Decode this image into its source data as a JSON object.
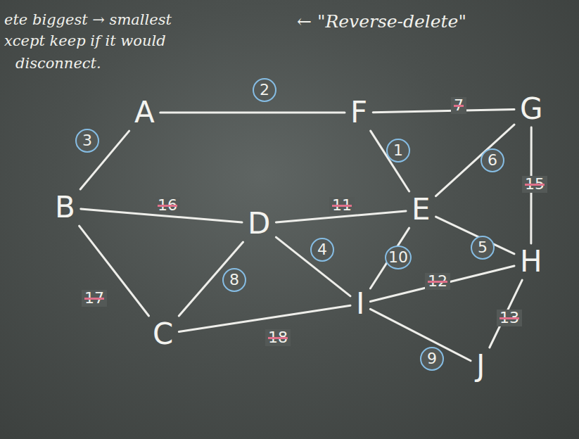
{
  "diagram": {
    "nodes": [
      {
        "text": [
          "A"
        ]
      },
      {
        "text": [
          "F"
        ]
      },
      {
        "text": [
          "G"
        ]
      },
      {
        "text": [
          "B"
        ]
      },
      {
        "text": [
          "D"
        ]
      },
      {
        "text": [
          "E"
        ]
      },
      {
        "text": [
          "H"
        ]
      },
      {
        "text": [
          "C"
        ]
      },
      {
        "text": [
          "I"
        ]
      },
      {
        "text": [
          "J"
        ]
      }
    ],
    "edges": [
      {
        "from": 0,
        "to": 1,
        "arrow": "none",
        "label": "2"
      },
      {
        "from": 1,
        "to": 2,
        "arrow": "none",
        "label": "7"
      },
      {
        "from": 0,
        "to": 3,
        "arrow": "none",
        "label": "3"
      },
      {
        "from": 1,
        "to": 5,
        "arrow": "none",
        "label": "1"
      },
      {
        "from": 2,
        "to": 5,
        "arrow": "none",
        "label": "6"
      },
      {
        "from": 2,
        "to": 6,
        "arrow": "none",
        "label": "15"
      },
      {
        "from": 3,
        "to": 4,
        "arrow": "none",
        "label": "16"
      },
      {
        "from": 4,
        "to": 5,
        "arrow": "none",
        "label": "11"
      },
      {
        "from": 5,
        "to": 6,
        "arrow": "none",
        "label": "5"
      },
      {
        "from": 4,
        "to": 8,
        "arrow": "none",
        "label": "4"
      },
      {
        "from": 5,
        "to": 8,
        "arrow": "none",
        "label": "10"
      },
      {
        "from": 8,
        "to": 6,
        "arrow": "none",
        "label": "12"
      },
      {
        "from": 3,
        "to": 7,
        "arrow": "none",
        "label": "17"
      },
      {
        "from": 4,
        "to": 7,
        "arrow": "none",
        "label": "8"
      },
      {
        "from": 6,
        "to": 9,
        "arrow": "none",
        "label": "13"
      },
      {
        "from": 7,
        "to": 8,
        "arrow": "none",
        "label": "18"
      },
      {
        "from": 8,
        "to": 9,
        "arrow": "none",
        "label": "9"
      }
    ],
    "labels": [
      "ete biggest → smallest",
      "xcept keep if it would",
      "disconnect.",
      "← \"Reverse-delete\""
    ]
  }
}
